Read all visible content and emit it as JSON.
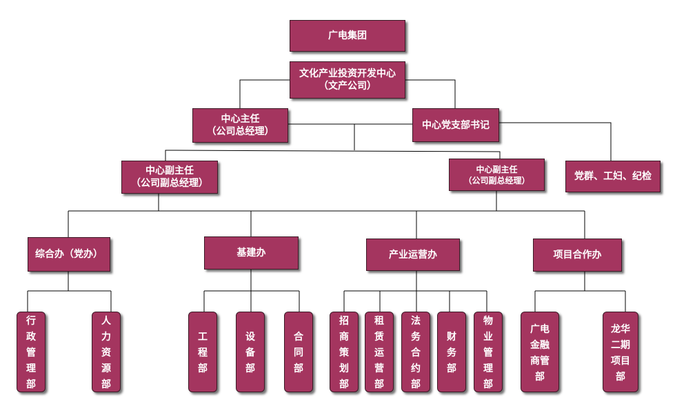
{
  "colors": {
    "box_fill": "#a4355f",
    "box_border": "#3b1a26",
    "line": "#000000",
    "text": "#ffffff"
  },
  "nodes": {
    "group": "广电集团",
    "center": "文化产业投资开发中心\n（文产公司）",
    "director": "中心主任\n（公司总经理）",
    "party_secretary": "中心党支部书记",
    "party_union": "党群、工妇、纪检",
    "deputy_left": "中心副主任\n（公司副总经理）",
    "deputy_right": "中心副主任\n（公司副总经理）",
    "office_general": "综合办（党办）",
    "office_construction": "基建办",
    "office_operations": "产业运营办",
    "office_cooperation": "项目合作办",
    "dept_admin": "行\n政\n管\n理\n部",
    "dept_hr": "人\n力\n资\n源\n部",
    "dept_engineering": "工\n程\n部",
    "dept_equipment": "设\n备\n部",
    "dept_contract": "合\n同\n部",
    "dept_planning": "招\n商\n策\n划\n部",
    "dept_leasing": "租\n赁\n运\n营\n部",
    "dept_legal": "法\n务\n合\n约\n部",
    "dept_finance": "财\n务\n部",
    "dept_property": "物\n业\n管\n理\n部",
    "dept_finance_mall": "广电\n金融\n商管\n部",
    "dept_longhua": "龙华\n二期\n项目\n部"
  }
}
